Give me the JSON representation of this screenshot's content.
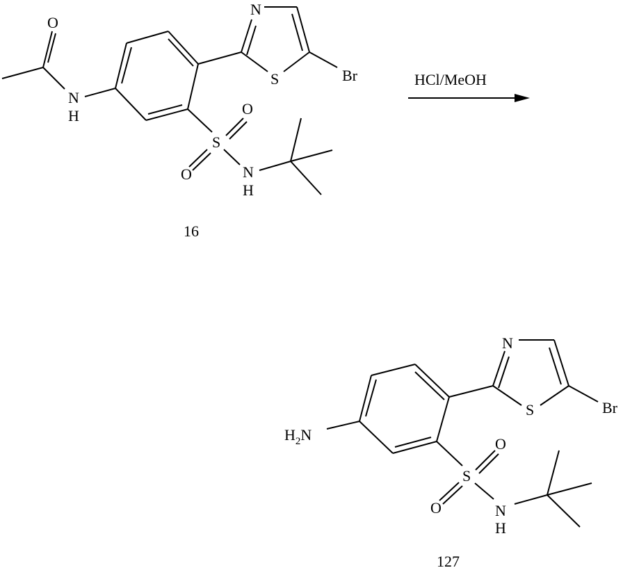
{
  "reaction": {
    "reagent": "HCl/MeOH",
    "arrow_color": "#000000"
  },
  "reactant": {
    "compound_number": "16",
    "atoms": {
      "amide_O": "O",
      "amide_N": "N",
      "amide_H": "H",
      "thiazole_N": "N",
      "thiazole_S": "S",
      "bromo": "Br",
      "sulfonyl_S": "S",
      "sulfonyl_O1": "O",
      "sulfonyl_O2": "O",
      "sulfonamide_N": "N",
      "sulfonamide_H": "H"
    }
  },
  "product": {
    "compound_number": "127",
    "atoms": {
      "amine_H": "H",
      "amine_sub": "2",
      "amine_N": "N",
      "thiazole_N": "N",
      "thiazole_S": "S",
      "bromo": "Br",
      "sulfonyl_S": "S",
      "sulfonyl_O1": "O",
      "sulfonyl_O2": "O",
      "sulfonamide_N": "N",
      "sulfonamide_H": "H"
    }
  }
}
